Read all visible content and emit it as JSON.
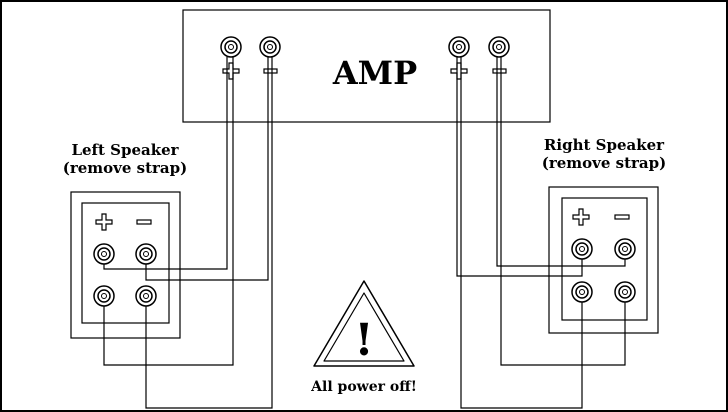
{
  "amplifier": {
    "label": "AMP",
    "terminals": [
      {
        "channel": "left",
        "polarity": "+"
      },
      {
        "channel": "left",
        "polarity": "−"
      },
      {
        "channel": "right",
        "polarity": "+"
      },
      {
        "channel": "right",
        "polarity": "−"
      }
    ]
  },
  "left_speaker": {
    "title_line1": "Left Speaker",
    "title_line2": "(remove strap)",
    "plus_symbol": "+",
    "minus_symbol": "−"
  },
  "right_speaker": {
    "title_line1": "Right Speaker",
    "title_line2": "(remove strap)",
    "plus_symbol": "+",
    "minus_symbol": "−"
  },
  "warning": {
    "symbol": "!",
    "text": "All power off!"
  },
  "colors": {
    "line": "#000000",
    "background": "#ffffff"
  }
}
